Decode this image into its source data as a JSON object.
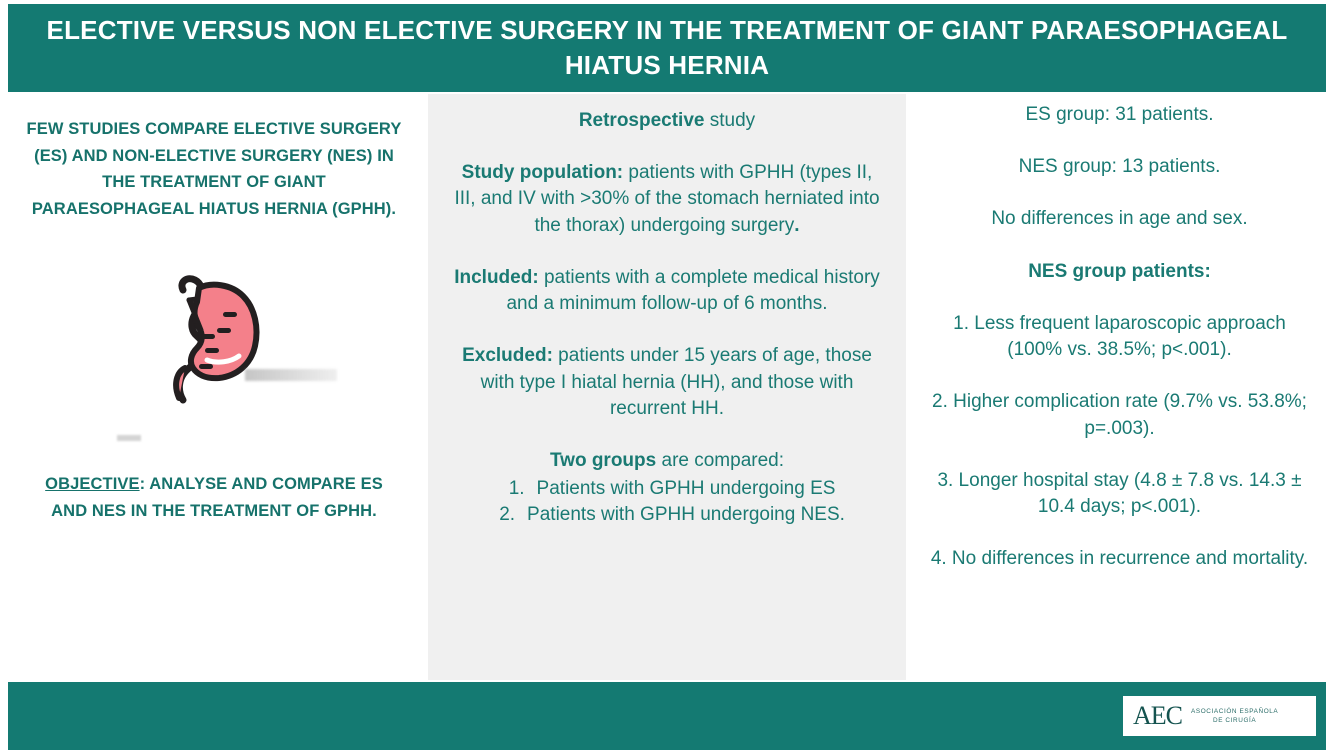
{
  "header": {
    "title": "ELECTIVE VERSUS NON ELECTIVE SURGERY IN THE TREATMENT OF GIANT PARAESOPHAGEAL HIATUS HERNIA"
  },
  "left_column": {
    "statement": "FEW STUDIES COMPARE ELECTIVE SURGERY (ES) AND NON-ELECTIVE SURGERY (NES) IN THE TREATMENT OF GIANT PARAESOPHAGEAL HIATUS HERNIA (GPHH).",
    "illustration_name": "stomach-illustration",
    "objective_label": "OBJECTIVE",
    "objective_text": ": ANALYSE AND COMPARE ES AND NES IN THE TREATMENT OF GPHH."
  },
  "middle_column": {
    "design_label": "Retrospective",
    "design_rest": " study",
    "population_label": "Study population:",
    "population_rest": " patients with GPHH (types II, III, and IV with >30% of the stomach herniated into the thorax) undergoing surgery",
    "population_end": ".",
    "included_label": "Included:",
    "included_rest": " patients with a complete medical history and a minimum follow-up of 6 months.",
    "excluded_label": "Excluded:",
    "excluded_rest": " patients under 15 years of age, those with type I hiatal hernia (HH), and those with recurrent HH.",
    "groups_label": "Two groups",
    "groups_rest": " are compared:",
    "groups": [
      {
        "num": "1.",
        "text": "Patients with GPHH undergoing ES"
      },
      {
        "num": "2.",
        "text": "Patients with GPHH undergoing NES."
      }
    ]
  },
  "right_column": {
    "es_group": "ES group: 31 patients.",
    "nes_group": "NES group: 13 patients.",
    "no_diff_age_sex": "No differences in age and sex.",
    "findings_heading": "NES group patients:",
    "findings": [
      "1. Less frequent laparoscopic approach (100% vs. 38.5%; p<.001).",
      "2. Higher complication rate (9.7% vs. 53.8%; p=.003).",
      "3. Longer hospital stay (4.8 ± 7.8 vs. 14.3 ± 10.4 days; p<.001).",
      "4. No differences in recurrence and mortality."
    ]
  },
  "footer": {
    "logo_mark": "AEC",
    "logo_line1": "ASOCIACIÓN ESPAÑOLA",
    "logo_line2": "DE CIRUGÍA"
  },
  "colors": {
    "teal_bar": "#147A72",
    "teal_text": "#1A7A73",
    "teal_bold": "#16726B",
    "mid_panel_bg": "#F0F0F0",
    "stomach_fill": "#F4808A",
    "stomach_outline": "#231F20"
  }
}
